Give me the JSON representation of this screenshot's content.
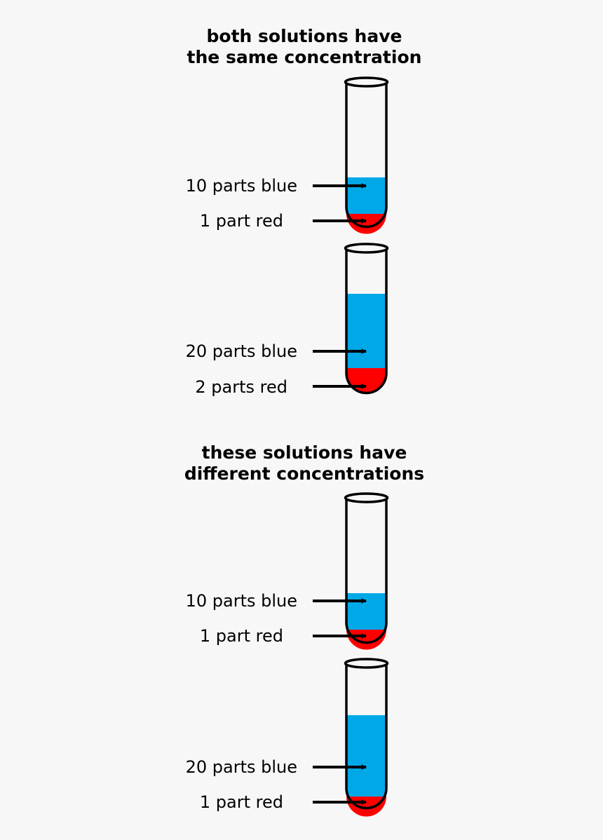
{
  "colors": {
    "background": "#f7f7f7",
    "blue_liquid": "#00a8e8",
    "red_liquid": "#ff0000",
    "outline": "#000000"
  },
  "sections": [
    {
      "heading_lines": [
        "both solutions have",
        "the same concentration"
      ],
      "tubes": [
        {
          "blue_label": "10 parts blue",
          "red_label": "1 part red",
          "blue_parts": 10,
          "red_parts": 1
        },
        {
          "blue_label": "20 parts blue",
          "red_label": "2 parts red",
          "blue_parts": 20,
          "red_parts": 2
        }
      ]
    },
    {
      "heading_lines": [
        "these solutions have",
        "different concentrations"
      ],
      "tubes": [
        {
          "blue_label": "10 parts blue",
          "red_label": "1 part red",
          "blue_parts": 10,
          "red_parts": 1
        },
        {
          "blue_label": "20 parts blue",
          "red_label": "1 part red",
          "blue_parts": 20,
          "red_parts": 1
        }
      ]
    }
  ]
}
